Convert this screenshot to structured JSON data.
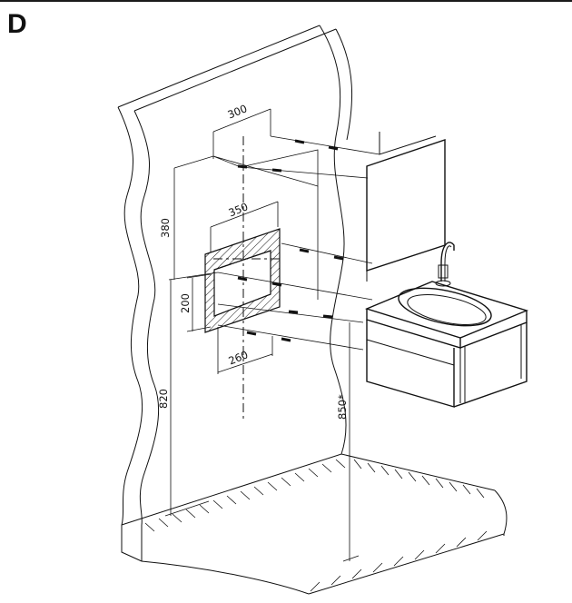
{
  "figure": {
    "panel_letter": "D"
  },
  "dimensions": {
    "d300": "300",
    "d350": "350",
    "d380": "380",
    "d200": "200",
    "d260": "260",
    "d820": "820",
    "d850": "850*"
  },
  "colors": {
    "line": "#111111",
    "background": "#ffffff",
    "sink_body": "#e9e9e9"
  }
}
